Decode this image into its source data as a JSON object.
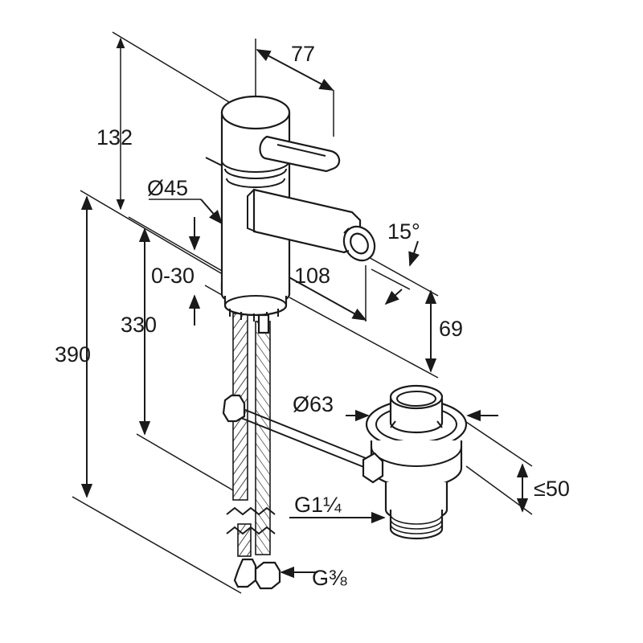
{
  "dimensions": {
    "d77": "77",
    "d132": "132",
    "d45": "Ø45",
    "d15": "15°",
    "d0_30": "0-30",
    "d108": "108",
    "d330": "330",
    "d69": "69",
    "d390": "390",
    "d63": "Ø63",
    "d50": "≤50",
    "thread_waste": "G1¼",
    "thread_hose": "G⅜"
  }
}
